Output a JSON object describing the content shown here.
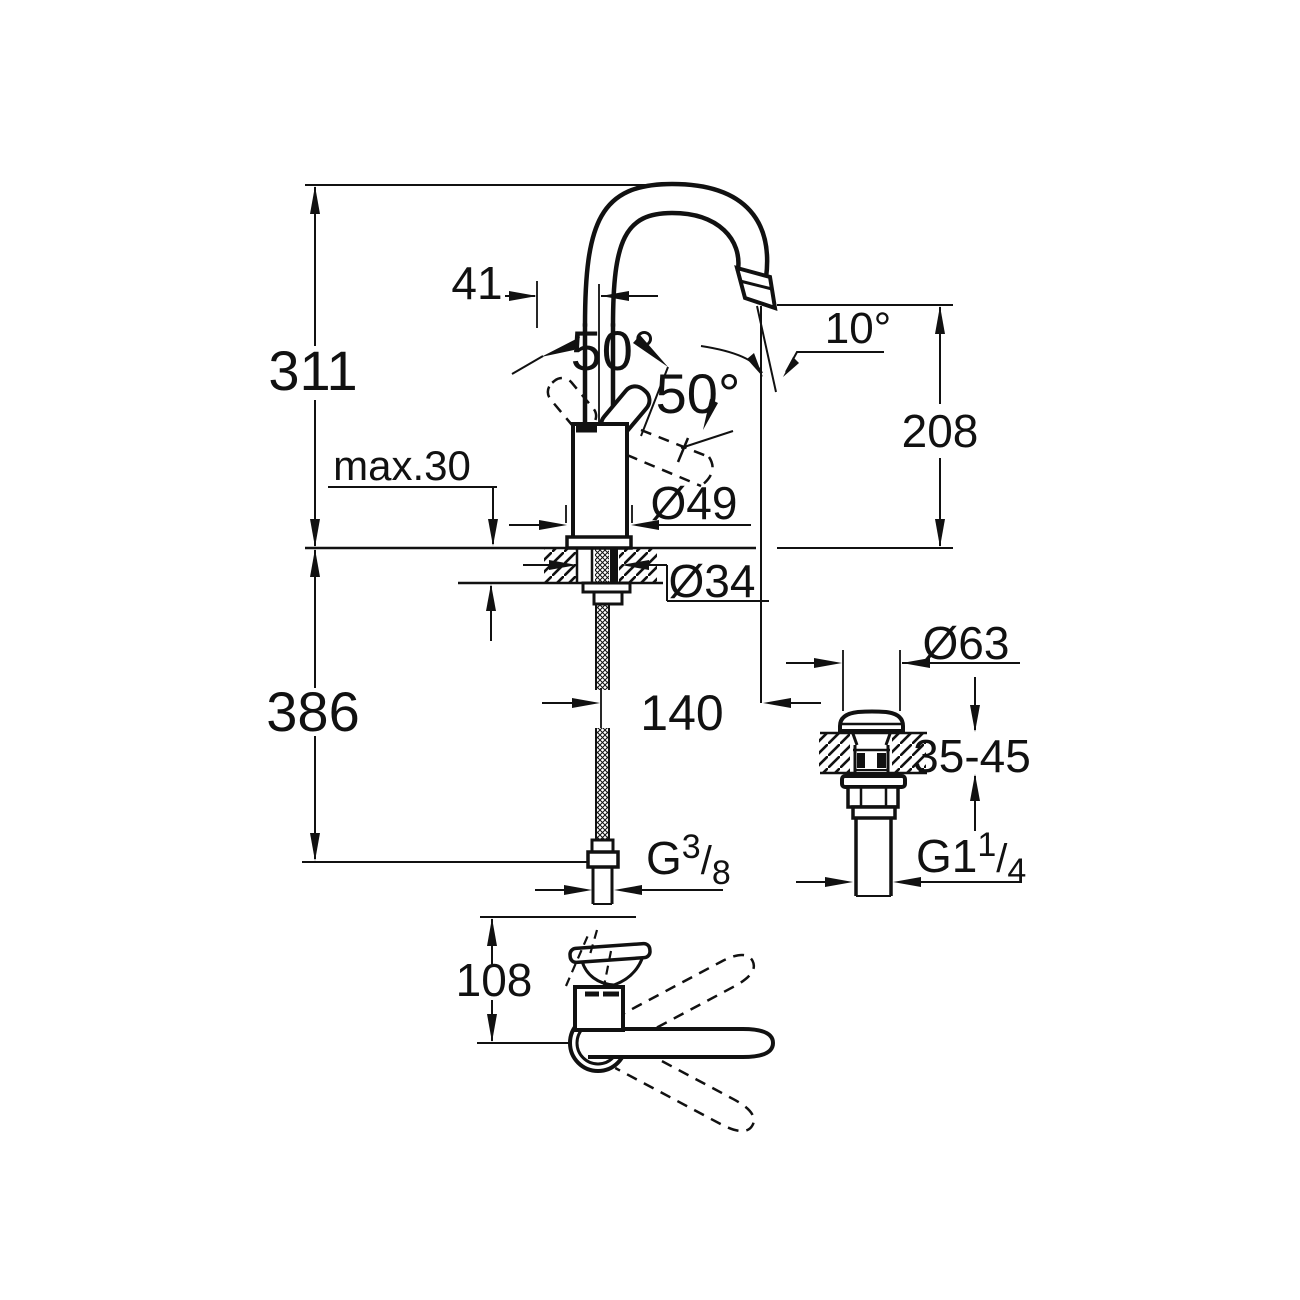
{
  "drawing": {
    "kind": "technical-dimension-drawing",
    "subject": "single-lever basin mixer with swivel spout and pop-up waste",
    "line_color": "#111111",
    "background": "#ffffff"
  },
  "labels": {
    "total_height": "311",
    "spout_to_body_offset": "41",
    "swivel_left": "50°",
    "swivel_right": "50°",
    "stream_angle": "10°",
    "outlet_height": "208",
    "max_deck_thickness": "max.30",
    "body_diameter": "Ø49",
    "shank_diameter": "Ø34",
    "hose_length_below_deck": "386",
    "outlet_reach": "140",
    "waste_cap_diameter": "Ø63",
    "waste_deck_thickness_range": "35-45",
    "handle_zone_height": "108",
    "supply_thread": {
      "prefix": "G",
      "sup": "3",
      "slash": "/",
      "sub": "8"
    },
    "waste_thread": {
      "prefix": "G1",
      "sup": "1",
      "slash": "/",
      "sub": "4"
    }
  }
}
